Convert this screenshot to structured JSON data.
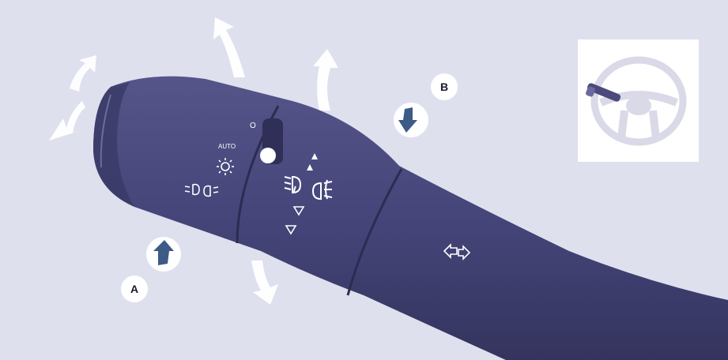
{
  "lever": {
    "ring_labels": {
      "position_0": "O",
      "position_auto": "AUTO"
    },
    "icons": [
      "sidelight-icon",
      "dipped-beam-icon",
      "main-beam-icon",
      "front-fog-icon",
      "rear-fog-icon",
      "indicator-icon"
    ]
  },
  "callouts": {
    "a": "A",
    "b": "B"
  },
  "inset": {
    "icon": "steering-wheel-icon"
  },
  "colors": {
    "background": "#dfe0ee",
    "lever": "#4a4a7c",
    "lever_dark": "#36365f",
    "arrow": "#3c5b86",
    "white": "#ffffff"
  }
}
